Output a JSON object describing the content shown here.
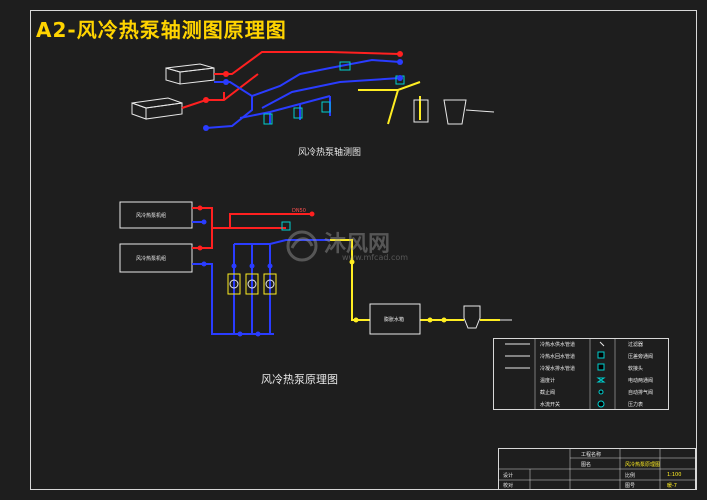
{
  "title": "A2-风冷热泵轴测图原理图",
  "captions": {
    "isometric": "风冷热泵轴测图",
    "schematic": "风冷热泵原理图"
  },
  "schematic_labels": {
    "unit1": "风冷热泵机组",
    "unit2": "风冷热泵机组",
    "tank": "膨胀水箱",
    "pipe_tag": "DN50"
  },
  "watermark": {
    "main": "沐风网",
    "sub": "www.mfcad.com"
  },
  "legend": {
    "rows": [
      {
        "left": "冷热水供水管道",
        "right": "过滤器"
      },
      {
        "left": "冷热水回水管道",
        "right": "压差旁通阀"
      },
      {
        "left": "冷凝水排水管道",
        "right": "软接头"
      },
      {
        "left": "温度计",
        "right": "电动两通阀"
      },
      {
        "left": "截止阀",
        "right": "自动排气阀"
      },
      {
        "left": "水流开关",
        "right": "压力表"
      }
    ]
  },
  "title_block": {
    "project": "工程名称",
    "drawing": "图名",
    "drawing_name": "风冷热泵原理图",
    "design": "设计",
    "check": "校对",
    "scale": "1:100",
    "scale_label": "比例",
    "sheet": "图号",
    "sheet_no": "暖-7"
  },
  "colors": {
    "background": "#1e1e1e",
    "title": "#ffd400",
    "supply": "#ff2020",
    "return": "#2a3cff",
    "condensate": "#ffee22",
    "equipment": "#e8e8e8",
    "valve": "#00d0d0"
  }
}
